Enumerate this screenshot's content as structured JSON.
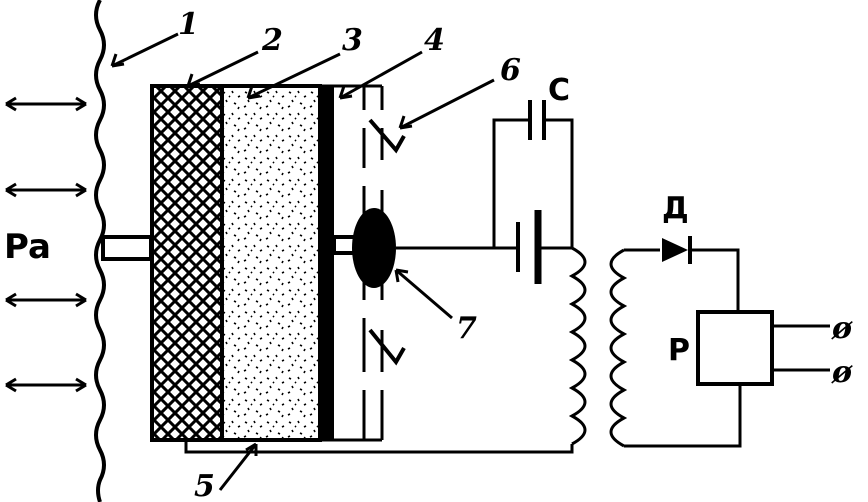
{
  "labels": {
    "pressure": "Pa",
    "n1": "1",
    "n2": "2",
    "n3": "3",
    "n4": "4",
    "n5": "5",
    "n6": "6",
    "n7": "7",
    "capacitor": "C",
    "diode": "Д",
    "relay": "P",
    "terminal_top": "ø",
    "terminal_bottom": "ø"
  }
}
